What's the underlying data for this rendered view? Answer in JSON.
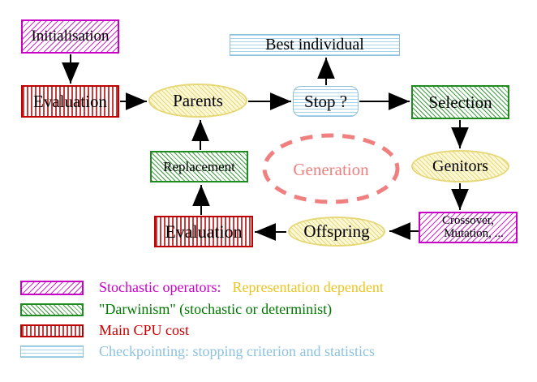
{
  "nodes": {
    "initialisation": {
      "label": "Initialisation"
    },
    "evaluation_top": {
      "label": "Evaluation"
    },
    "parents": {
      "label": "Parents"
    },
    "best_individual": {
      "label": "Best individual"
    },
    "stop": {
      "label": "Stop ?"
    },
    "selection": {
      "label": "Selection"
    },
    "replacement": {
      "label": "Replacement"
    },
    "genitors": {
      "label": "Genitors"
    },
    "generation": {
      "label": "Generation"
    },
    "offspring": {
      "label": "Offspring"
    },
    "evaluation_bottom": {
      "label": "Evaluation"
    },
    "crossover_mutation": {
      "line1": "Crossover,",
      "line2": "Mutation, ..."
    }
  },
  "legend": {
    "rows": [
      {
        "label": "Stochastic operators:",
        "label_suffix": "Representation dependent"
      },
      {
        "label": "\"Darwinism\" (stochastic or determinist)"
      },
      {
        "label": "Main CPU cost"
      },
      {
        "label": "Checkpointing: stopping criterion and statistics"
      }
    ]
  },
  "colors": {
    "stochastic_magenta": "#CC00CC",
    "darwinism_green": "#1E8C1E",
    "cpu_red": "#C00000",
    "checkpoint_blue": "#8CC2E0",
    "generation_salmon": "#F08080",
    "representation_gold": "#EDC520",
    "ellipse_yellow": "#E6D878",
    "arrow_black": "#000000"
  }
}
